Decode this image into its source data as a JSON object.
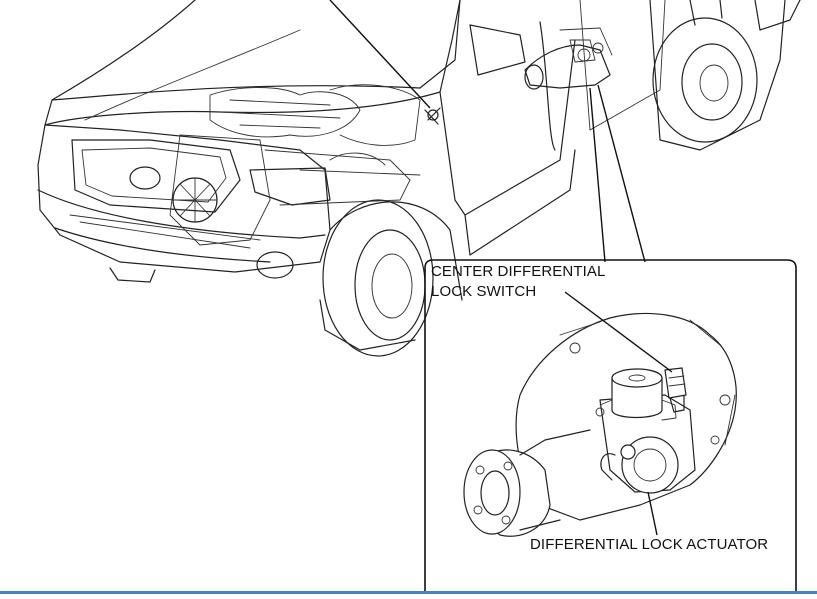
{
  "labels": {
    "center_diff_switch_line1": "CENTER DIFFERENTIAL",
    "center_diff_switch_line2": "LOCK SWITCH",
    "diff_lock_actuator": "DIFFERENTIAL LOCK ACTUATOR"
  },
  "colors": {
    "line": "#222222",
    "background": "#ffffff",
    "bottom_edge": "#4a7fc1"
  }
}
